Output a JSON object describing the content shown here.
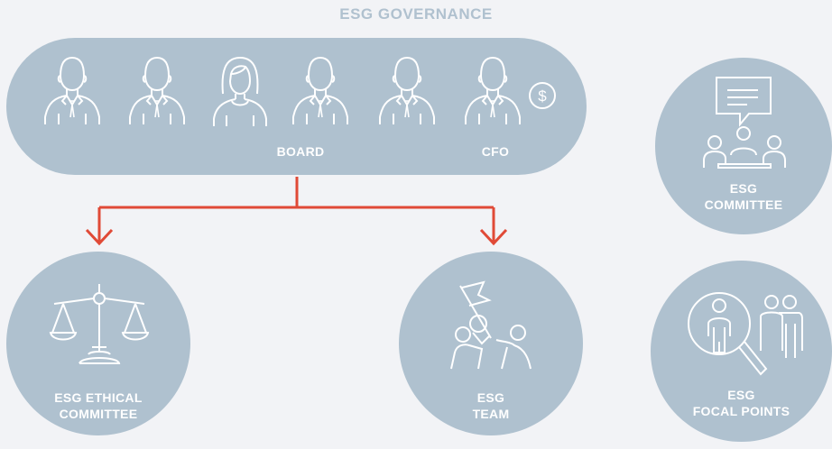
{
  "title": "ESG GOVERNANCE",
  "board": {
    "board_label": "BOARD",
    "cfo_label": "CFO",
    "money_symbol": "$"
  },
  "nodes": {
    "ethical_committee": {
      "line1": "ESG ETHICAL",
      "line2": "COMMITTEE",
      "icon": "scales-icon"
    },
    "team": {
      "line1": "ESG",
      "line2": "TEAM",
      "icon": "flag-team-icon"
    },
    "committee": {
      "line1": "ESG",
      "line2": "COMMITTEE",
      "icon": "meeting-chat-icon"
    },
    "focal_points": {
      "line1": "ESG",
      "line2": "FOCAL POINTS",
      "icon": "magnifier-people-icon"
    }
  },
  "colors": {
    "background": "#f2f3f6",
    "shape_fill": "#afc1cf",
    "line_white": "#ffffff",
    "arrow_red": "#e04a37",
    "title": "#b0c1cf"
  }
}
